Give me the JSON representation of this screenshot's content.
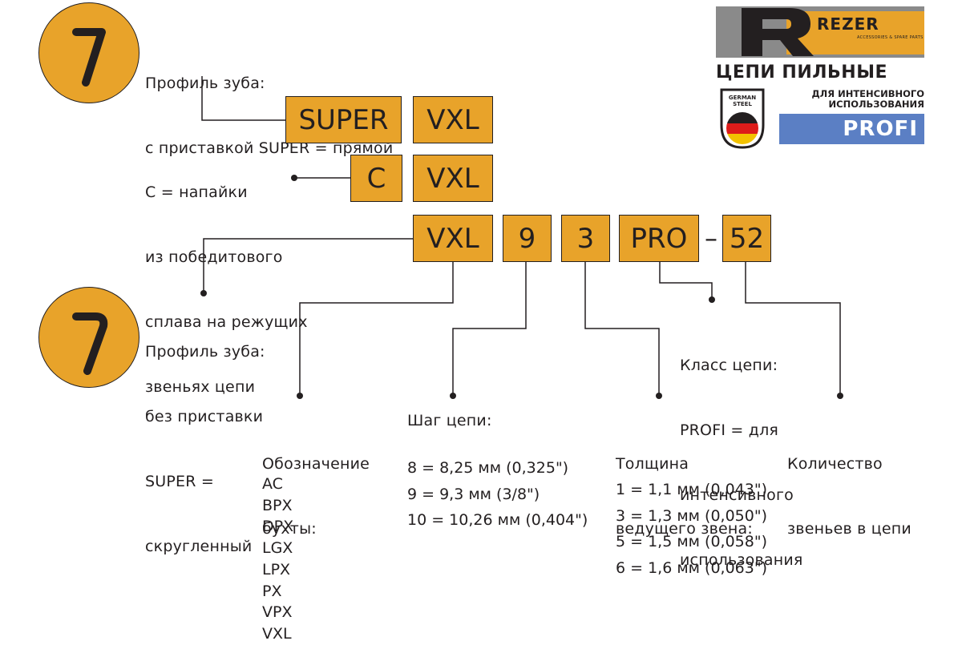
{
  "colors": {
    "accent": "#e8a32a",
    "ink": "#231f20",
    "profi": "#5b7fc4",
    "grey": "#8a8a8a"
  },
  "profile_super": {
    "title": "Профиль зуба:",
    "line2": "с приставкой SUPER = прямой"
  },
  "carbide_note": {
    "lines": [
      "С = напайки",
      "из победитового",
      "сплава на режущих",
      "звеньях цепи"
    ]
  },
  "profile_round": {
    "lines": [
      "Профиль зуба:",
      "без приставки",
      "SUPER =",
      "скругленный"
    ]
  },
  "boxes": {
    "super": "SUPER",
    "vxl_row1": "VXL",
    "c": "C",
    "vxl_row2": "VXL",
    "vxl_row3": "VXL",
    "pitch": "9",
    "gauge": "3",
    "class": "PRO",
    "dash": "–",
    "links": "52"
  },
  "chain_class": {
    "lines": [
      "Класс цепи:",
      "PROFI = для",
      "интенсивного",
      "использования"
    ]
  },
  "coil": {
    "title_lines": [
      "Обозначение",
      "бухты:"
    ],
    "items": [
      "AC",
      "BPX",
      "DPX",
      "LGX",
      "LPX",
      "PX",
      "VPX",
      "VXL"
    ]
  },
  "pitch": {
    "title": "Шаг цепи:",
    "items": [
      "8 = 8,25 мм (0,325\")",
      "9 = 9,3 мм (3/8\")",
      "10 = 10,26 мм (0,404\")"
    ]
  },
  "gauge": {
    "title_lines": [
      "Толщина",
      "ведущего звена:"
    ],
    "items": [
      "1 = 1,1 мм (0,043\")",
      "3 = 1,3 мм (0,050\")",
      "5 = 1,5 мм (0,058\")",
      "6 = 1,6 мм (0,063\")"
    ]
  },
  "links_count": {
    "title_lines": [
      "Количество",
      "звеньев в цепи"
    ]
  },
  "brand": {
    "logo_text": "REZER",
    "logo_sub": "ACCESSORIES & SPARE PARTS",
    "product": "ЦЕПИ ПИЛЬНЫЕ",
    "badge_lines": [
      "GERMAN",
      "STEEL"
    ],
    "usage_lines": [
      "ДЛЯ ИНТЕНСИВНОГО",
      "ИСПОЛЬЗОВАНИЯ"
    ],
    "profi": "PROFI"
  }
}
